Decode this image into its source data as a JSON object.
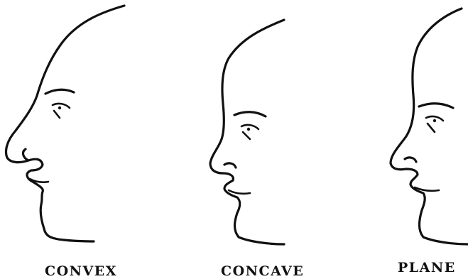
{
  "profiles": [
    {
      "id": "convex",
      "label": "CONVEX"
    },
    {
      "id": "concave",
      "label": "CONCAVE"
    },
    {
      "id": "plane",
      "label": "PLANE"
    }
  ]
}
